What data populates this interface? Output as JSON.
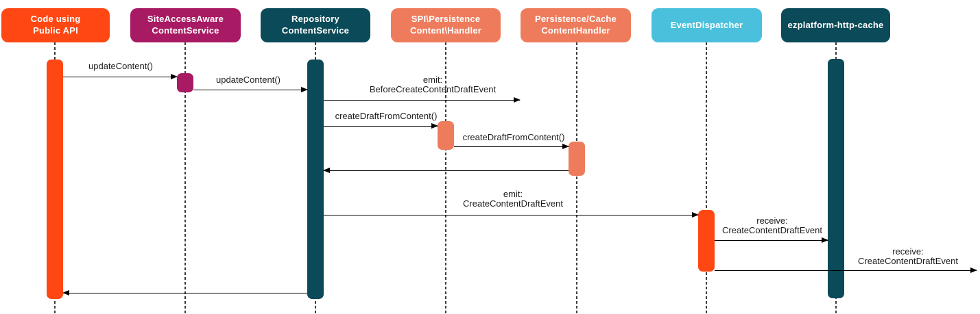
{
  "diagram": {
    "type": "sequence",
    "participants": [
      {
        "id": "public-api",
        "label": "Code using\nPublic API",
        "color": "#FF4713"
      },
      {
        "id": "saa-content-service",
        "label": "SiteAccessAware\nContentService",
        "color": "#A81A63"
      },
      {
        "id": "repository-content-service",
        "label": "Repository\nContentService",
        "color": "#0B4A58"
      },
      {
        "id": "spi-persistence-handler",
        "label": "SPI\\Persistence\nContent\\Handler",
        "color": "#EE7C5C"
      },
      {
        "id": "persistence-cache-handler",
        "label": "Persistence/Cache\nContentHandler",
        "color": "#EE7C5C"
      },
      {
        "id": "event-dispatcher",
        "label": "EventDispatcher",
        "color": "#4BC0DC"
      },
      {
        "id": "ezplatform-http-cache",
        "label": "ezplatform-http-cache",
        "color": "#0B4A58"
      }
    ],
    "messages": [
      {
        "from": "public-api",
        "to": "saa-content-service",
        "type": "call",
        "label": "updateContent()"
      },
      {
        "from": "saa-content-service",
        "to": "repository-content-service",
        "type": "call",
        "label": "updateContent()"
      },
      {
        "from": "repository-content-service",
        "to": null,
        "type": "emit",
        "label": "emit:\nBeforeCreateContentDraftEvent"
      },
      {
        "from": "repository-content-service",
        "to": "spi-persistence-handler",
        "type": "call",
        "label": "createDraftFromContent()"
      },
      {
        "from": "spi-persistence-handler",
        "to": "persistence-cache-handler",
        "type": "call",
        "label": "createDraftFromContent()"
      },
      {
        "from": "persistence-cache-handler",
        "to": "repository-content-service",
        "type": "return",
        "label": ""
      },
      {
        "from": "repository-content-service",
        "to": "event-dispatcher",
        "type": "emit",
        "label": "emit:\nCreateContentDraftEvent"
      },
      {
        "from": "event-dispatcher",
        "to": "ezplatform-http-cache",
        "type": "call",
        "label": "receive:\nCreateContentDraftEvent"
      },
      {
        "from": "event-dispatcher",
        "to": null,
        "type": "call",
        "label": "receive:\nCreateContentDraftEvent"
      },
      {
        "from": "repository-content-service",
        "to": "public-api",
        "type": "return",
        "label": ""
      }
    ]
  }
}
